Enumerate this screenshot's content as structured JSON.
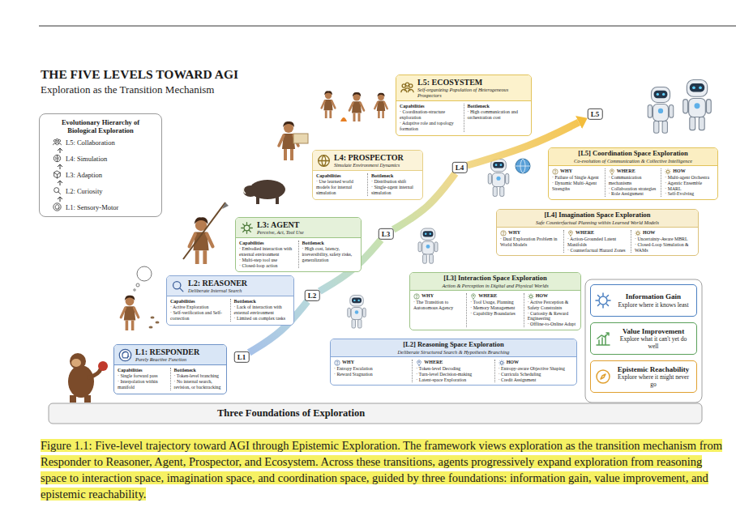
{
  "diagram": {
    "title": "THE FIVE LEVELS TOWARD AGI",
    "caption": "Figure 1.1: Five-level trajectory toward AGI through Epistemic Exploration. The framework views exploration as the transition mechanism from Responder to Reasoner, Agent, Prospector, and Ecosystem. Across these transitions, agents progressively expand exploration from reasoning space to interaction space, imagination space, and coordination space, guided by three foundations: information gain, value improvement, and epistemic reachability.",
    "nodes": [
      {
        "text": [
          "Evolutionary Hierarchy of Biological Exploration",
          "L5: Collaboration",
          "L4: Simulation",
          "L3: Adaption",
          "L2: Curiosity",
          "L1: Sensory-Motor"
        ]
      },
      {
        "text": [
          "L5: ECOSYSTEM",
          "Self-organizing Population of Heterogeneous Prospectors",
          "Capabilities",
          "· Coordination-structure exploration",
          "· Adaptive role and topology formation",
          "Bottleneck",
          "· High communication and orchestration cost"
        ]
      },
      {
        "text": [
          "L5"
        ]
      },
      {
        "text": [
          "[L5] Coordination Space Exploration",
          "Co-evolution of Communication & Collective Intelligence",
          "WHY",
          "· Failure of Single Agent",
          "· Dynamic Multi-Agent Strengths",
          "WHERE",
          "· Communication mechanisms",
          "· Collaboration strategies",
          "· Role Assignment",
          "HOW",
          "· Multi-agent Orchestra",
          "· Agentic Ensemble",
          "· MARL",
          "· Self-Evolving"
        ]
      },
      {
        "text": [
          "L4: PROSPECTOR",
          "Simulate Environment Dynamics",
          "Capabilities",
          "· Use learned world models for internal simulation",
          "Bottleneck",
          "· Distribution shift",
          "· Single-agent internal simulation"
        ]
      },
      {
        "text": [
          "L4"
        ]
      },
      {
        "text": [
          "[L4] Imagination Space Exploration",
          "Safe Counterfactual Planning within Learned World Models",
          "WHY",
          "· Dual Exploration Problem in World Models",
          "WHERE",
          "· Action-Grounded Latent Manifolds",
          "· Counterfactual Hazard Zones",
          "HOW",
          "· Uncertainty-Aware MBRL",
          "· Closed-Loop Simulation & WAMs"
        ]
      },
      {
        "text": [
          "L3: AGENT",
          "Perceive, Act, Tool Use",
          "Capabilities",
          "· Embodied interaction with external environment",
          "· Multi-step tool use",
          "· Closed-loop action",
          "Bottleneck",
          "· High cost, latency, irreversibility, safety risks, generalization"
        ]
      },
      {
        "text": [
          "L3"
        ]
      },
      {
        "text": [
          "L2: REASONER",
          "Deliberate Internal Search",
          "Capabilities",
          "· Active Exploration",
          "· Self-verification and Self-correction",
          "Bottleneck",
          "· Lack of interaction with external environment",
          "· Limited on complex tasks"
        ]
      },
      {
        "text": [
          "L2"
        ]
      },
      {
        "text": [
          "[L3] Interaction Space Exploration",
          "Action & Perception in Digital and Physical Worlds",
          "WHY",
          "· The Transition to Autonomous Agency",
          "WHERE",
          "· Tool Usage, Planning",
          "· Memory Management",
          "· Capability Boundaries",
          "HOW",
          "· Active Perception & Safety Constraints",
          "· Curiosity & Reward Engineering",
          "· Offline-to-Online Adapt"
        ]
      },
      {
        "text": [
          "L1: RESPONDER",
          "Purely Reactive Function",
          "Capabilities",
          "· Single forward pass",
          "· Interpolation within manifold",
          "Bottleneck",
          "· Token-level branching",
          "· No internal search, revision, or backtracking"
        ]
      },
      {
        "text": [
          "L1"
        ]
      },
      {
        "text": [
          "[L2] Reasoning Space Exploration",
          "Deliberate Structured Search & Hypothesis Branching",
          "WHY",
          "· Entropy Escalation",
          "· Reward Stagnation",
          "WHERE",
          "· Token-level Decoding",
          "· Turn-level Decision-making",
          "· Latent-space Exploration",
          "HOW",
          "· Entropy-aware Objective Shaping",
          "· Curricula Scheduling",
          "· Credit Assignment"
        ]
      },
      {
        "text": [
          "Information Gain",
          "Explore where it knows least"
        ]
      },
      {
        "text": [
          "Value Improvement",
          "Explore what it can't yet do well"
        ]
      },
      {
        "text": [
          "Epistemic Reachability",
          "Explore where it might never go"
        ]
      }
    ],
    "edges": [
      {
        "from": 13,
        "to": 10,
        "arrow": "none"
      },
      {
        "from": 10,
        "to": 8,
        "arrow": "none"
      },
      {
        "from": 8,
        "to": 5,
        "arrow": "none"
      },
      {
        "from": 5,
        "to": 2,
        "arrow": "to"
      }
    ],
    "labels": [
      "Exploration as the Transition Mechanism",
      "Three Foundations of Exploration"
    ]
  }
}
